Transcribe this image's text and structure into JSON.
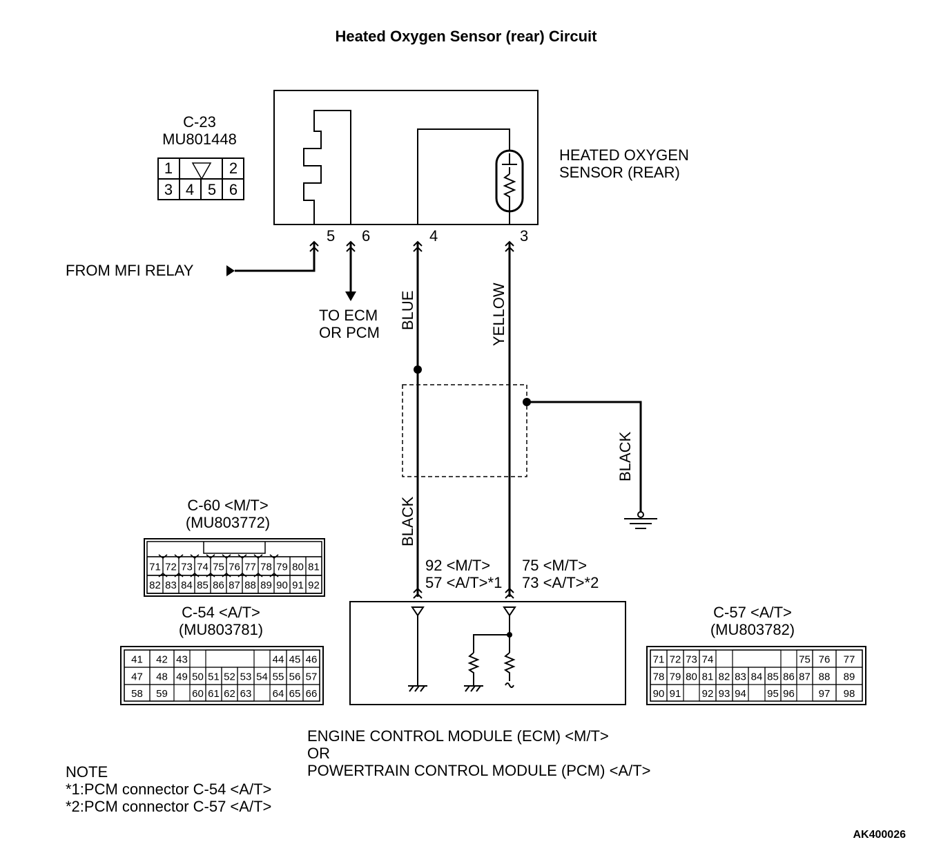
{
  "title": "Heated Oxygen Sensor (rear) Circuit",
  "connector_c23": {
    "name": "C-23",
    "part": "MU801448",
    "pins_top": [
      "1",
      "2"
    ],
    "pins_bottom": [
      "3",
      "4",
      "5",
      "6"
    ]
  },
  "sensor": {
    "label_line1": "HEATED OXYGEN",
    "label_line2": "SENSOR (REAR)",
    "terminals": [
      "5",
      "6",
      "4",
      "3"
    ]
  },
  "from_mfi": "FROM MFI RELAY",
  "to_ecm_line1": "TO ECM",
  "to_ecm_line2": "OR PCM",
  "wires": {
    "blue": "BLUE",
    "yellow": "YELLOW",
    "black_left": "BLACK",
    "black_right": "BLACK"
  },
  "ecm_pins": {
    "left_line1": "92 <M/T>",
    "left_line2": "57 <A/T>*1",
    "right_line1": "75 <M/T>",
    "right_line2": "73 <A/T>*2"
  },
  "connector_c60": {
    "name": "C-60 <M/T>",
    "part": "(MU803772)",
    "row1": [
      "71",
      "72",
      "73",
      "74",
      "75",
      "76",
      "77",
      "78",
      "79",
      "80",
      "81"
    ],
    "row2": [
      "82",
      "83",
      "84",
      "85",
      "86",
      "87",
      "88",
      "89",
      "90",
      "91",
      "92"
    ]
  },
  "connector_c54": {
    "name": "C-54 <A/T>",
    "part": "(MU803781)",
    "row1": [
      "41",
      "42",
      "43",
      "44",
      "45",
      "46"
    ],
    "row2": [
      "47",
      "48",
      "49",
      "50",
      "51",
      "52",
      "53",
      "54",
      "55",
      "56",
      "57"
    ],
    "row3": [
      "58",
      "59",
      "60",
      "61",
      "62",
      "63",
      "64",
      "65",
      "66"
    ]
  },
  "connector_c57": {
    "name": "C-57 <A/T>",
    "part": "(MU803782)",
    "row1": [
      "71",
      "72",
      "73",
      "74",
      "75",
      "76",
      "77"
    ],
    "row2": [
      "78",
      "79",
      "80",
      "81",
      "82",
      "83",
      "84",
      "85",
      "86",
      "87",
      "88",
      "89"
    ],
    "row3": [
      "90",
      "91",
      "92",
      "93",
      "94",
      "95",
      "96",
      "97",
      "98"
    ]
  },
  "module": {
    "line1": "ENGINE CONTROL MODULE (ECM) <M/T>",
    "line2": "OR",
    "line3": "POWERTRAIN CONTROL MODULE (PCM) <A/T>"
  },
  "note": {
    "heading": "NOTE",
    "line1": "*1:PCM connector C-54 <A/T>",
    "line2": "*2:PCM connector C-57 <A/T>"
  },
  "code": "AK400026"
}
